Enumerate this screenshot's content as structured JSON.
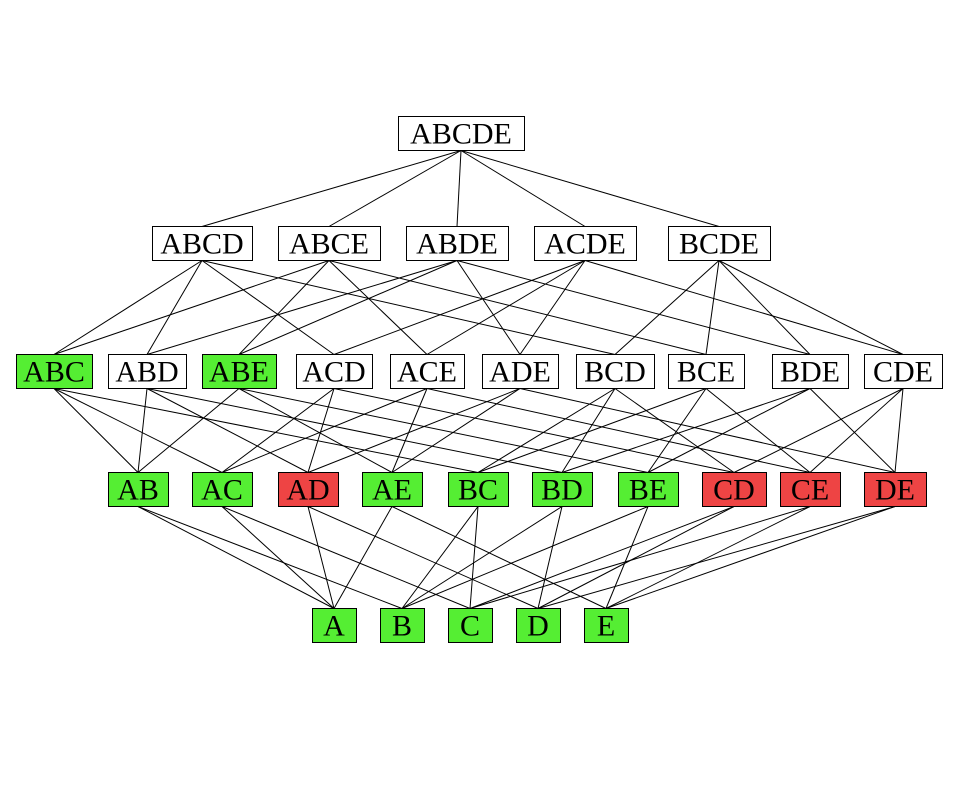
{
  "colors": {
    "frequent": "#55ee33",
    "infrequent": "#ee4444",
    "unmarked": "#ffffff"
  },
  "levels": [
    [
      {
        "label": "ABCDE",
        "status": "unmarked"
      }
    ],
    [
      {
        "label": "ABCD",
        "status": "unmarked"
      },
      {
        "label": "ABCE",
        "status": "unmarked"
      },
      {
        "label": "ABDE",
        "status": "unmarked"
      },
      {
        "label": "ACDE",
        "status": "unmarked"
      },
      {
        "label": "BCDE",
        "status": "unmarked"
      }
    ],
    [
      {
        "label": "ABC",
        "status": "frequent"
      },
      {
        "label": "ABD",
        "status": "unmarked"
      },
      {
        "label": "ABE",
        "status": "frequent"
      },
      {
        "label": "ACD",
        "status": "unmarked"
      },
      {
        "label": "ACE",
        "status": "unmarked"
      },
      {
        "label": "ADE",
        "status": "unmarked"
      },
      {
        "label": "BCD",
        "status": "unmarked"
      },
      {
        "label": "BCE",
        "status": "unmarked"
      },
      {
        "label": "BDE",
        "status": "unmarked"
      },
      {
        "label": "CDE",
        "status": "unmarked"
      }
    ],
    [
      {
        "label": "AB",
        "status": "frequent"
      },
      {
        "label": "AC",
        "status": "frequent"
      },
      {
        "label": "AD",
        "status": "infrequent"
      },
      {
        "label": "AE",
        "status": "frequent"
      },
      {
        "label": "BC",
        "status": "frequent"
      },
      {
        "label": "BD",
        "status": "frequent"
      },
      {
        "label": "BE",
        "status": "frequent"
      },
      {
        "label": "CD",
        "status": "infrequent"
      },
      {
        "label": "CE",
        "status": "infrequent"
      },
      {
        "label": "DE",
        "status": "infrequent"
      }
    ],
    [
      {
        "label": "A",
        "status": "frequent"
      },
      {
        "label": "B",
        "status": "frequent"
      },
      {
        "label": "C",
        "status": "frequent"
      },
      {
        "label": "D",
        "status": "frequent"
      },
      {
        "label": "E",
        "status": "frequent"
      }
    ]
  ]
}
